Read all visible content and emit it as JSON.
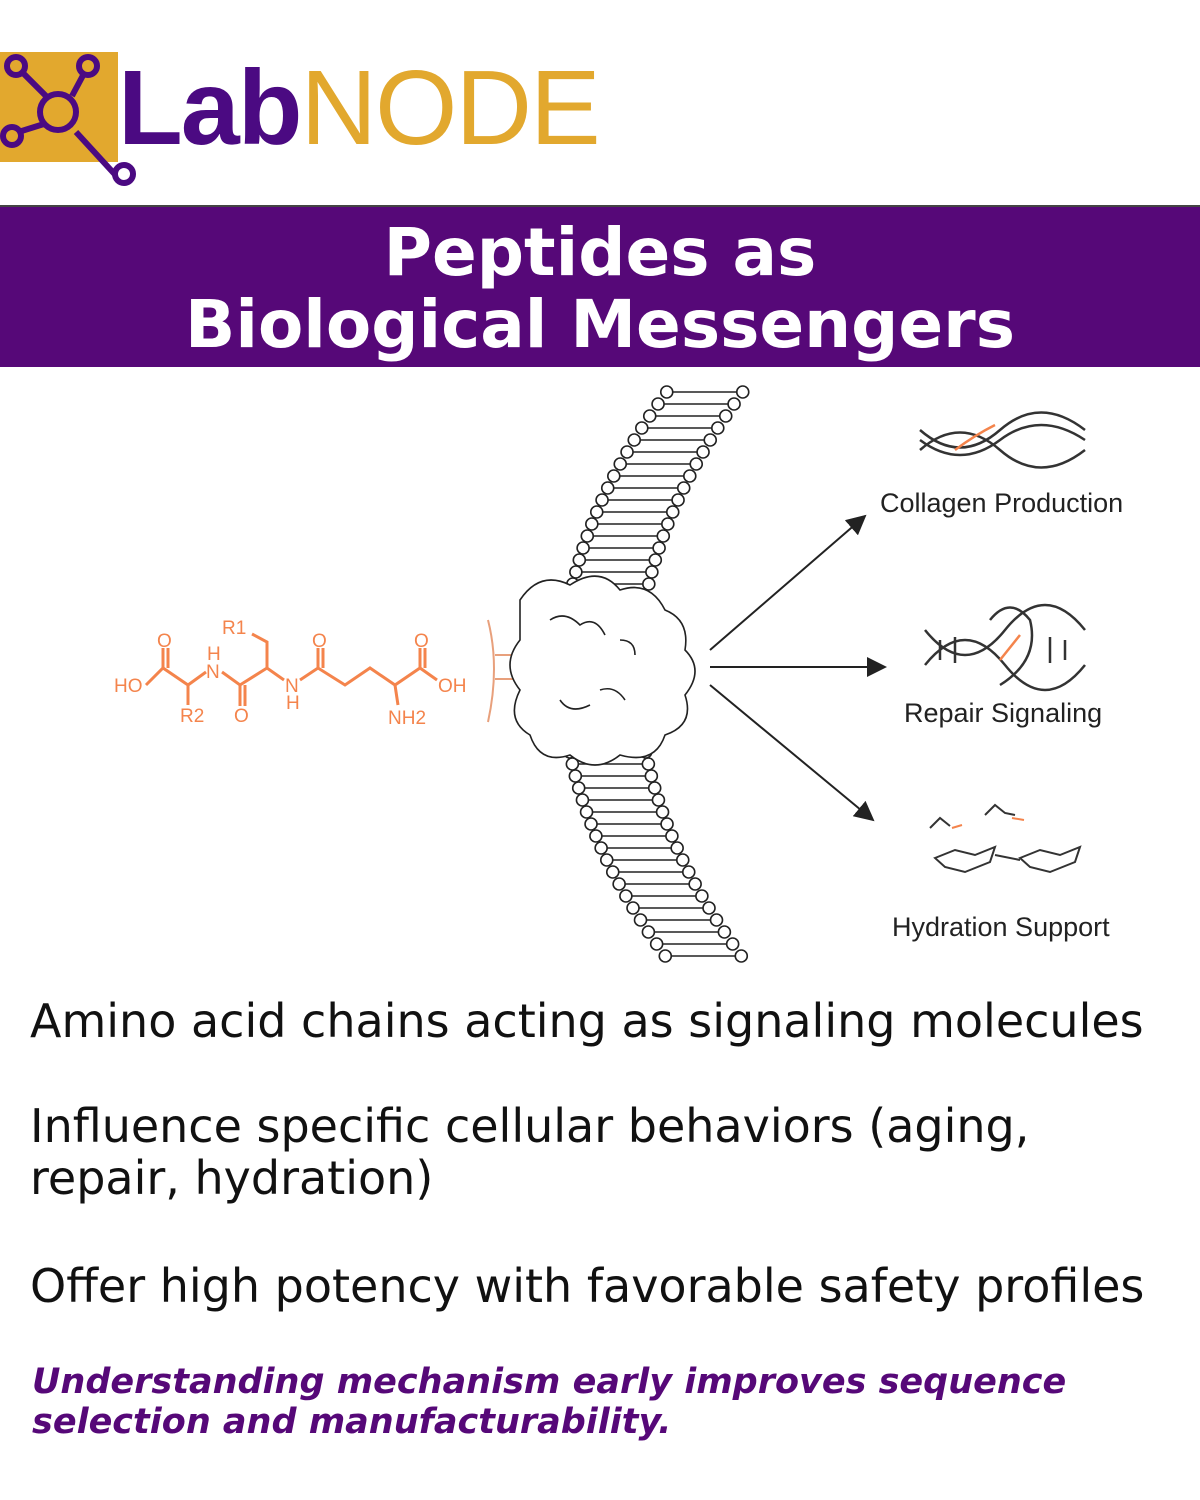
{
  "brand": {
    "name_part1": "Lab",
    "name_part2": "NODE",
    "colors": {
      "purple": "#4b0a82",
      "gold": "#e2a82e"
    }
  },
  "banner": {
    "line1": "Peptides as",
    "line2": "Biological Messengers",
    "bg": "#560878"
  },
  "molecule": {
    "labels": [
      "HO",
      "O",
      "H",
      "N",
      "O",
      "R1",
      "N",
      "H",
      "O",
      "NH2",
      "O",
      "OH",
      "R2"
    ],
    "color": "#f4844c"
  },
  "effects": [
    {
      "label": "Collagen Production",
      "icon": "collagen-triple-helix-icon"
    },
    {
      "label": "Repair Signaling",
      "icon": "dna-helix-icon"
    },
    {
      "label": "Hydration Support",
      "icon": "sugar-water-molecule-icon"
    }
  ],
  "bullets": [
    "Amino acid chains acting as signaling molecules",
    "Influence specific cellular behaviors (aging, repair, hydration)",
    "Offer high potency with favorable safety profiles"
  ],
  "note": "Understanding mechanism early improves sequence selection and manufacturability."
}
